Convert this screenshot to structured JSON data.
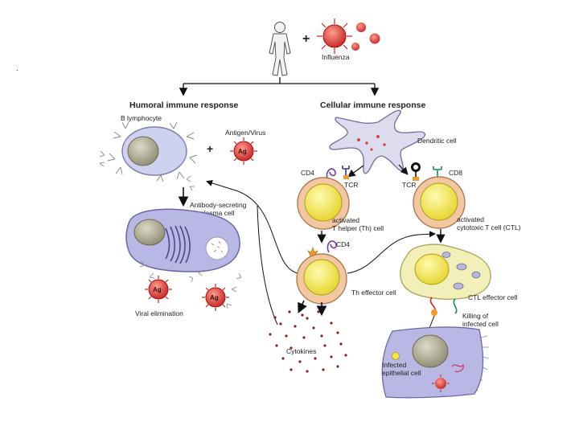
{
  "top": {
    "plus": "+",
    "influenza": "Influenza",
    "dot": "."
  },
  "humoral": {
    "title": "Humoral immune response",
    "b_lymphocyte": "B lymphocyte",
    "plus": "+",
    "antigen_virus": "Antigen/Virus",
    "ag": "Ag",
    "plasma_line1": "Antibody-secreting",
    "plasma_line2": "plasma cell",
    "viral_elimination": "Viral elimination"
  },
  "cellular": {
    "title": "Cellular immune response",
    "dendritic": "Dendritic cell",
    "cd4": "CD4",
    "tcr_left": "TCR",
    "tcr_right": "TCR",
    "cd8": "CD8",
    "th_line1": "activated",
    "th_line2": "T helper (Th) cell",
    "ctl_line1": "activated",
    "ctl_line2": "cytotoxic T cell (CTL)",
    "cd4_effector": "CD4",
    "th_effector": "Th effector cell",
    "ctl_effector": "CTL effector cell",
    "killing_line1": "Killing of",
    "killing_line2": "infected cell",
    "cytokines": "Cytokines",
    "infected_line1": "Infected",
    "infected_line2": "epithelial cell"
  },
  "colors": {
    "virus": "#d9453f",
    "b_cell": "#cfd2ee",
    "t_cell_ring": "#f2c8a2",
    "nucleus": "#f2e54a",
    "ctl_effector": "#f2f0b8",
    "epithelial": "#b9b7e3",
    "dendritic": "#dcdcee"
  }
}
